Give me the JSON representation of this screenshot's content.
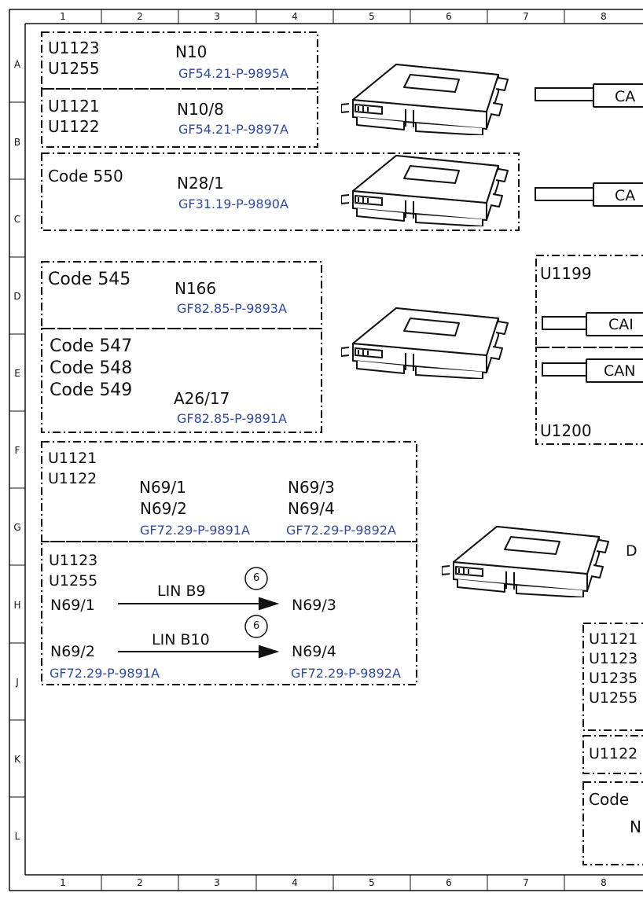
{
  "grid": {
    "columns": [
      "1",
      "2",
      "3",
      "4",
      "5",
      "6",
      "7",
      "8"
    ],
    "rows": [
      "A",
      "B",
      "C",
      "D",
      "E",
      "F",
      "G",
      "H",
      "J",
      "K",
      "L"
    ]
  },
  "box_a": {
    "codes": [
      "U1123",
      "U1255"
    ],
    "component": "N10",
    "ref": "GF54.21-P-9895A"
  },
  "box_b": {
    "codes": [
      "U1121",
      "U1122"
    ],
    "component": "N10/8",
    "ref": "GF54.21-P-9897A"
  },
  "box_c": {
    "code": "Code 550",
    "component": "N28/1",
    "ref": "GF31.19-P-9890A"
  },
  "box_d": {
    "code": "Code 545",
    "component": "N166",
    "ref": "GF82.85-P-9893A"
  },
  "box_e": {
    "codes": [
      "Code 547",
      "Code 548",
      "Code 549"
    ],
    "component": "A26/17",
    "ref": "GF82.85-P-9891A"
  },
  "box_fg": {
    "codes": [
      "U1121",
      "U1122"
    ],
    "left_components": [
      "N69/1",
      "N69/2"
    ],
    "left_ref": "GF72.29-P-9891A",
    "right_components": [
      "N69/3",
      "N69/4"
    ],
    "right_ref": "GF72.29-P-9892A"
  },
  "box_hj": {
    "codes": [
      "U1123",
      "U1255"
    ],
    "link1": {
      "from": "N69/1",
      "label": "LIN B9",
      "badge": "6",
      "to": "N69/3"
    },
    "link2": {
      "from": "N69/2",
      "label": "LIN B10",
      "badge": "6",
      "to": "N69/4"
    },
    "left_ref": "GF72.29-P-9891A",
    "right_ref": "GF72.29-P-9892A"
  },
  "right_panel": {
    "can_labels": [
      "CA",
      "CA",
      "CAI",
      "CAN"
    ],
    "box_de_top": "U1199",
    "box_de_bottom": "U1200",
    "box_hj_codes": [
      "U1121",
      "U1123",
      "U1235",
      "U1255"
    ],
    "box_k_code": "U1122",
    "box_l_code": "Code",
    "box_l_partial": "N",
    "g_connector_letter": "D"
  }
}
